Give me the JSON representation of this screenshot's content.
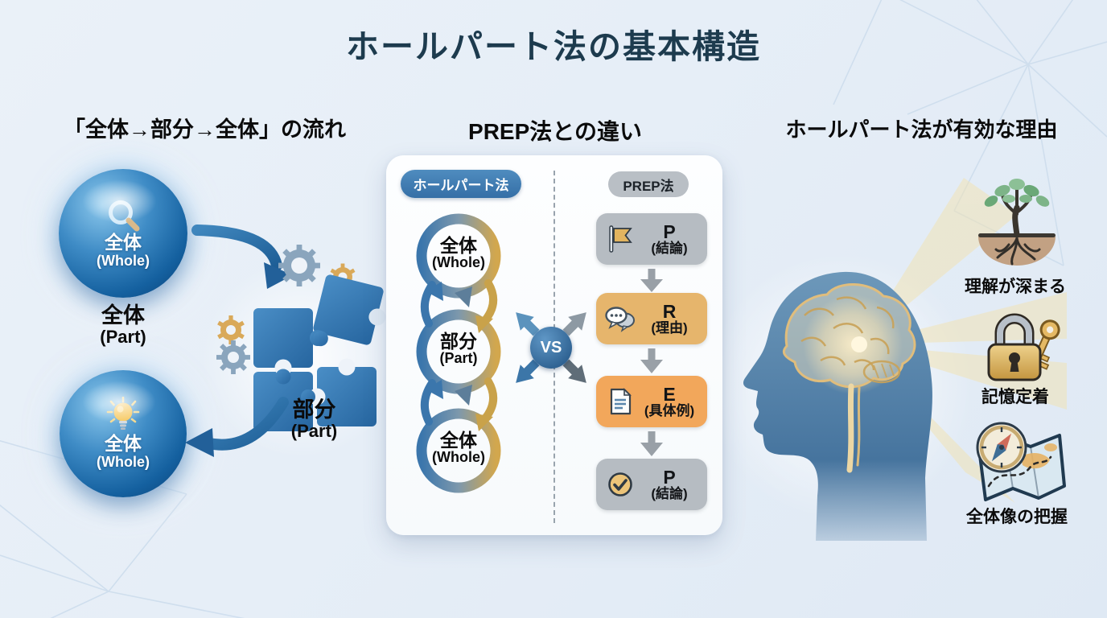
{
  "title": "ホールパート法の基本構造",
  "colors": {
    "title": "#1d3b4e",
    "accent_blue": "#3d7bb3",
    "gold": "#d2a74e",
    "box_gray": "#b6bcc2",
    "box_tan": "#e6b56c",
    "box_orange": "#f2a75b"
  },
  "flow_section": {
    "heading": "「全体→部分→全体」の流れ",
    "top_sphere": {
      "label": "全体",
      "sublabel": "(Whole)",
      "icon": "magnifier-icon"
    },
    "top_caption": {
      "label": "全体",
      "sublabel": "(Part)"
    },
    "puzzle_caption": {
      "label": "部分",
      "sublabel": "(Part)"
    },
    "bottom_sphere": {
      "label": "全体",
      "sublabel": "(Whole)",
      "icon": "lightbulb-icon"
    }
  },
  "comparison_section": {
    "heading": "PREP法との違い",
    "left_badge": "ホールパート法",
    "right_badge": "PREP法",
    "vs_label": "VS",
    "whole_part_steps": [
      {
        "label": "全体",
        "sublabel": "(Whole)"
      },
      {
        "label": "部分",
        "sublabel": "(Part)"
      },
      {
        "label": "全体",
        "sublabel": "(Whole)"
      }
    ],
    "prep_steps": [
      {
        "letter": "P",
        "sublabel": "(結論)",
        "icon": "flag-icon"
      },
      {
        "letter": "R",
        "sublabel": "(理由)",
        "icon": "speech-bubbles-icon"
      },
      {
        "letter": "E",
        "sublabel": "(具体例)",
        "icon": "document-icon"
      },
      {
        "letter": "P",
        "sublabel": "(結論)",
        "icon": "check-circle-icon"
      }
    ]
  },
  "benefits_section": {
    "heading": "ホールパート法が有効な理由",
    "items": [
      {
        "label": "理解が深まる",
        "icon": "tree-roots-icon"
      },
      {
        "label": "記憶定着",
        "icon": "lock-key-icon"
      },
      {
        "label": "全体像の把握",
        "icon": "compass-map-icon"
      }
    ]
  }
}
